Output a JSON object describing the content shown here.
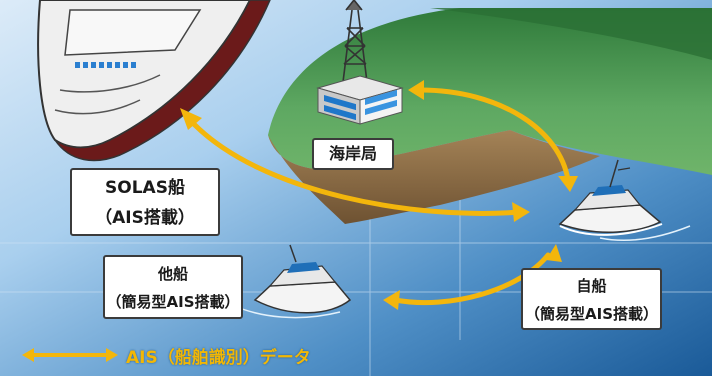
{
  "colors": {
    "sky": "#eef4fb",
    "sea_light": "#9cc7ea",
    "sea_dark": "#1b5e9c",
    "land_green": "#4f9a54",
    "land_brown": "#9b7b4f",
    "link_arrow": "#f3b60c",
    "ship_hull": "#6b1a1a"
  },
  "icons": [
    "solas-ship-icon",
    "coast-station-building-icon",
    "radio-tower-icon",
    "own-boat-icon",
    "other-boat-icon",
    "double-arrow-icon"
  ],
  "labels": {
    "coast_station": "海岸局",
    "solas_line1": "SOLAS船",
    "solas_line2": "（AIS搭載）",
    "other_line1": "他船",
    "other_line2": "（簡易型AIS搭載）",
    "own_line1": "自船",
    "own_line2": "（簡易型AIS搭載）"
  },
  "legend": {
    "text": "AIS（船舶識別）データ"
  }
}
